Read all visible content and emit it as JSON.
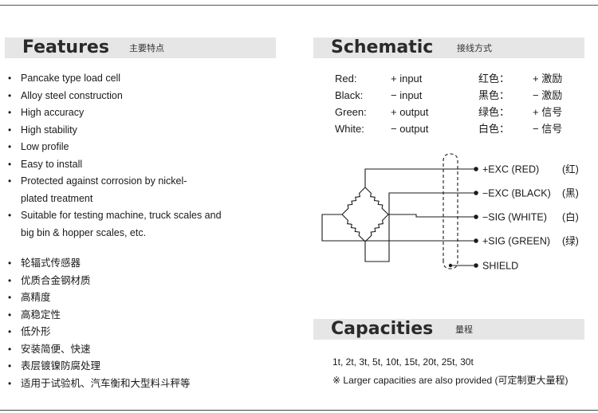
{
  "features": {
    "title": "Features",
    "title_cn": "主要特点",
    "items_en": [
      "Pancake type load cell",
      "Alloy steel construction",
      "High accuracy",
      "High stability",
      "Low profile",
      "Easy to install",
      "Protected against corrosion by nickel-plated treatment",
      "Suitable for testing machine, truck scales and big bin & hopper scales, etc."
    ],
    "items_cn": [
      "轮辐式传感器",
      "优质合金钢材质",
      "高精度",
      "高稳定性",
      "低外形",
      "安装简便、快速",
      "表层镀镍防腐处理",
      "适用于试验机、汽车衡和大型料斗秤等"
    ]
  },
  "schematic": {
    "title": "Schematic",
    "title_cn": "接线方式",
    "wires": [
      {
        "color": "Red",
        "sep": ":",
        "function": "+ input",
        "color_cn": "红色",
        "function_cn": "+ 激励"
      },
      {
        "color": "Black",
        "sep": ":",
        "function": "− input",
        "color_cn": "黑色",
        "function_cn": "− 激励"
      },
      {
        "color": "Green",
        "sep": ":",
        "function": "+ output",
        "color_cn": "绿色",
        "function_cn": "+ 信号"
      },
      {
        "color": "White",
        "sep": ":",
        "function": "− output",
        "color_cn": "白色",
        "function_cn": "− 信号"
      }
    ],
    "cn_sep": "：",
    "terminals": [
      {
        "label": "+EXC (RED)",
        "cn": "(红)"
      },
      {
        "label": "−EXC (BLACK)",
        "cn": "(黑)"
      },
      {
        "label": "−SIG (WHITE)",
        "cn": "(白)"
      },
      {
        "label": "+SIG (GREEN)",
        "cn": "(绿)"
      },
      {
        "label": "SHIELD",
        "cn": ""
      }
    ]
  },
  "capacities": {
    "title": "Capacities",
    "title_cn": "量程",
    "list": "1t, 2t, 3t, 5t, 10t, 15t, 20t, 25t, 30t",
    "note": "※ Larger capacities are also provided (可定制更大量程)"
  }
}
